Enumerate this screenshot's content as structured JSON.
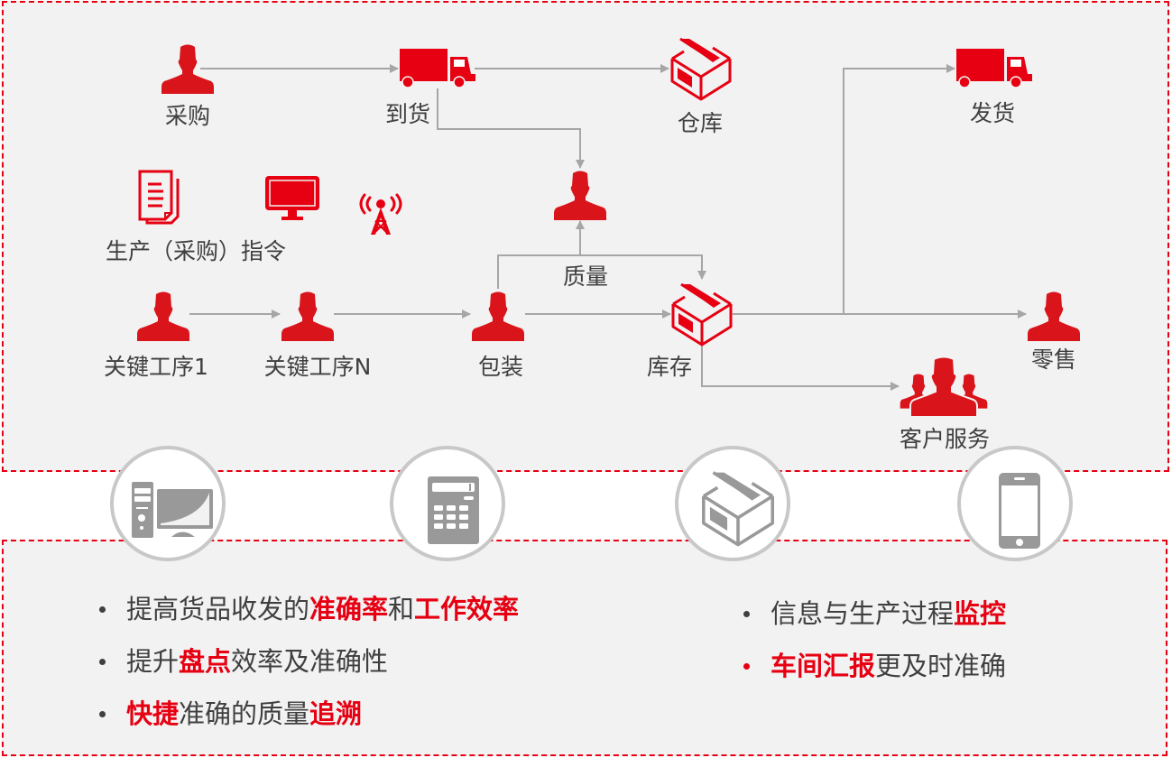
{
  "colors": {
    "accent": "#e60012",
    "icon_red": "#d9151b",
    "connector": "#a6a6a6",
    "text": "#3f3f3f",
    "icon_gray": "#999999",
    "circle_border": "#c8c8c8",
    "panel_bg": "#f2f2f2"
  },
  "diagram": {
    "nodes": {
      "purchase": {
        "label": "采购",
        "icon": "person-icon"
      },
      "arrival": {
        "label": "到货",
        "icon": "truck-icon"
      },
      "warehouse": {
        "label": "仓库",
        "icon": "box-icon"
      },
      "shipping": {
        "label": "发货",
        "icon": "truck-icon"
      },
      "quality": {
        "label": "质量",
        "icon": "person-icon"
      },
      "instruction": {
        "label": "生产（采购）指令",
        "icons": [
          "document-icon",
          "monitor-icon",
          "signal-tower-icon"
        ]
      },
      "process1": {
        "label": "关键工序1",
        "icon": "person-icon"
      },
      "processN": {
        "label": "关键工序N",
        "icon": "person-icon"
      },
      "packing": {
        "label": "包装",
        "icon": "person-icon"
      },
      "inventory": {
        "label": "库存",
        "icon": "box-icon"
      },
      "retail": {
        "label": "零售",
        "icon": "person-icon"
      },
      "customer_service": {
        "label": "客户服务",
        "icon": "group-icon"
      }
    }
  },
  "feature_icons": [
    "desktop-computer-icon",
    "calculator-icon",
    "box-icon",
    "smartphone-icon"
  ],
  "benefits": {
    "left": [
      {
        "segments": [
          {
            "text": "提高货品收发的",
            "hl": false
          },
          {
            "text": "准确率",
            "hl": true
          },
          {
            "text": "和",
            "hl": false
          },
          {
            "text": "工作效率",
            "hl": true
          }
        ]
      },
      {
        "segments": [
          {
            "text": "提升",
            "hl": false
          },
          {
            "text": "盘点",
            "hl": true
          },
          {
            "text": "效率及准确性",
            "hl": false
          }
        ]
      },
      {
        "segments": [
          {
            "text": "快捷",
            "hl": true
          },
          {
            "text": "准确的质量",
            "hl": false
          },
          {
            "text": "追溯",
            "hl": true
          }
        ]
      }
    ],
    "right": [
      {
        "bullet_red": false,
        "segments": [
          {
            "text": "信息与生产过程",
            "hl": false
          },
          {
            "text": "监控",
            "hl": true
          }
        ]
      },
      {
        "bullet_red": true,
        "segments": [
          {
            "text": "车间汇报",
            "hl": true
          },
          {
            "text": "更及时准确",
            "hl": false
          }
        ]
      }
    ]
  }
}
